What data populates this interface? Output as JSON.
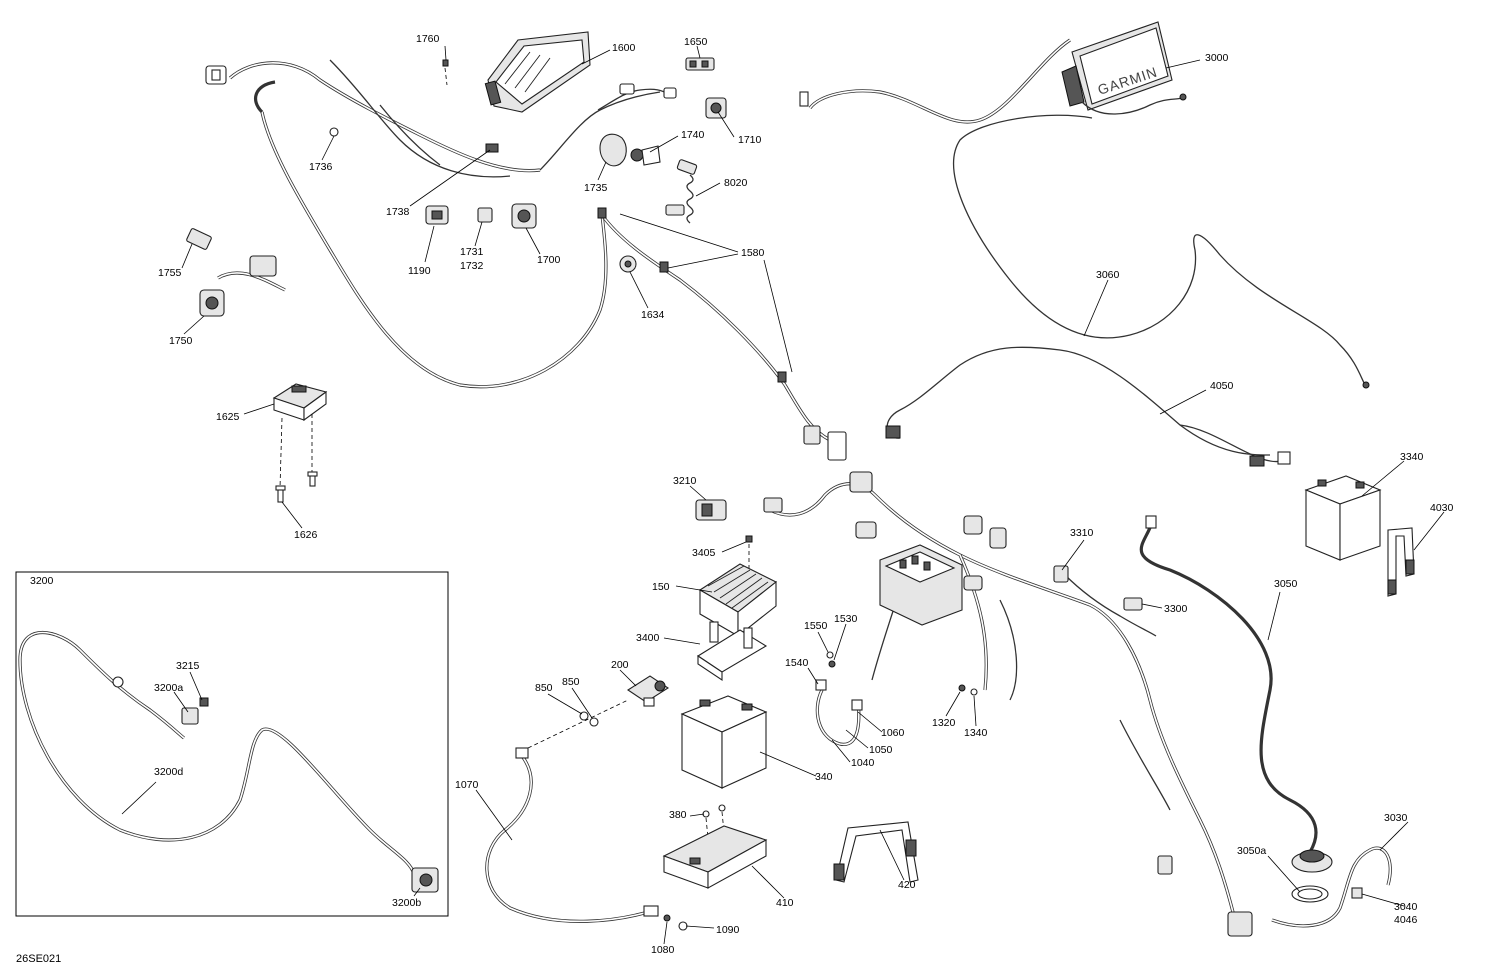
{
  "document_id": "26SE021",
  "garmin_brand": "GARMIN",
  "inset": {
    "label": "3200"
  },
  "callouts": {
    "c1760": "1760",
    "c1600": "1600",
    "c1650": "1650",
    "c3000": "3000",
    "c1710": "1710",
    "c1740": "1740",
    "c1735": "1735",
    "c8020": "8020",
    "c1736": "1736",
    "c1738": "1738",
    "c1190": "1190",
    "c1731": "1731",
    "c1732": "1732",
    "c1700": "1700",
    "c1580": "1580",
    "c1634": "1634",
    "c1755": "1755",
    "c1750": "1750",
    "c3060": "3060",
    "c4050": "4050",
    "c1625": "1625",
    "c1626": "1626",
    "c3210": "3210",
    "c3340": "3340",
    "c4030": "4030",
    "c3405": "3405",
    "c3310": "3310",
    "c150": "150",
    "c3050": "3050",
    "c3300": "3300",
    "c3400": "3400",
    "c1550": "1550",
    "c1530": "1530",
    "c200": "200",
    "c3215": "3215",
    "c3200a": "3200a",
    "c850a": "850",
    "c850b": "850",
    "c1540": "1540",
    "c1320": "1320",
    "c1340": "1340",
    "c1060": "1060",
    "c1050": "1050",
    "c1040": "1040",
    "c340": "340",
    "c3200d": "3200d",
    "c1070": "1070",
    "c380": "380",
    "c420": "420",
    "c410": "410",
    "c3030": "3030",
    "c3050a": "3050a",
    "c3040": "3040",
    "c4046": "4046",
    "c3200b": "3200b",
    "c1090": "1090",
    "c1080": "1080"
  }
}
